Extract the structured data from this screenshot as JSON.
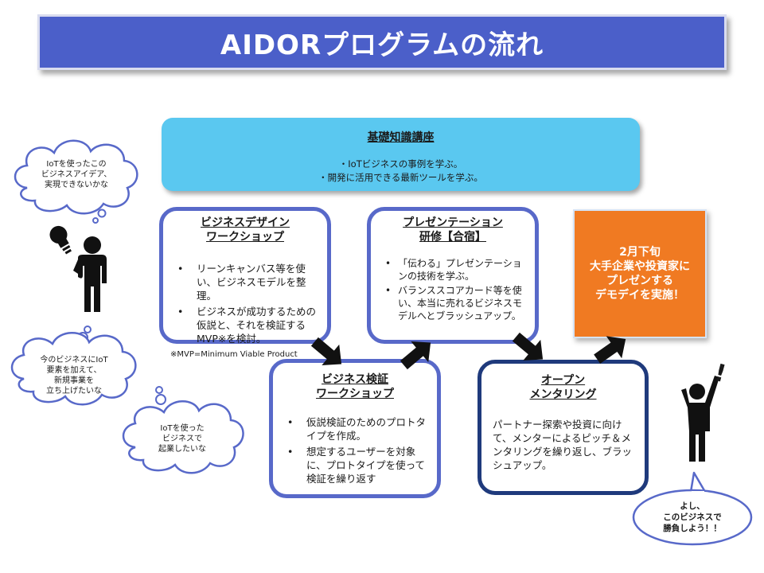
{
  "title": "AIDORプログラムの流れ",
  "basics": {
    "title": "基礎知識講座",
    "lines": [
      "・IoTビジネスの事例を学ぶ。",
      "・開発に活用できる最新ツールを学ぶ。"
    ]
  },
  "steps": [
    {
      "title_lines": [
        "ビジネスデザイン",
        "ワークショップ"
      ],
      "bullets": [
        "リーンキャンバス等を使い、ビジネスモデルを整理。",
        "ビジネスが成功するための仮説と、それを検証するMVP※を検討。"
      ]
    },
    {
      "title_lines": [
        "ビジネス検証",
        "ワークショップ"
      ],
      "bullets": [
        "仮説検証のためのプロトタイプを作成。",
        "想定するユーザーを対象に、プロトタイプを使って検証を繰り返す"
      ]
    },
    {
      "title_lines": [
        "プレゼンテーション",
        "研修【合宿】"
      ],
      "bullets": [
        "「伝わる」プレゼンテーションの技術を学ぶ。",
        "バランススコアカード等を使い、本当に売れるビジネスモデルへとブラッシュアップ。"
      ]
    },
    {
      "title_lines": [
        "オープン",
        "メンタリング"
      ],
      "body": "パートナー探索や投資に向けて、メンターによるピッチ＆メンタリングを繰り返し、ブラッシュアップ。"
    }
  ],
  "bullet_char": "•",
  "final_lines": [
    "2月下旬",
    "大手企業や投資家に",
    "プレゼンする",
    "デモデイを実施！"
  ],
  "note": "※MVP=Minimum Viable Product",
  "thoughts": [
    [
      "IoTを使ったこの",
      "ビジネスアイデア、",
      "実現できないかな"
    ],
    [
      "今のビジネスにIoT",
      "要素を加えて、",
      "新規事業を",
      "立ち上げたいな"
    ],
    [
      "IoTを使った",
      "ビジネスで",
      "起業したいな"
    ]
  ],
  "speech_lines": [
    "よし、",
    "このビジネスで",
    "勝負しよう！！"
  ],
  "exclaim": "!",
  "colors": {
    "banner": "#4b5fc9",
    "basics": "#5ac8f0",
    "step_border": "#5869c9",
    "step_border_dark": "#1f3a7c",
    "final": "#f07a22",
    "figure": "#111111"
  },
  "icons": [
    "lightbulb-icon",
    "thinking-person-icon",
    "cheering-person-icon",
    "arrow-icon"
  ]
}
